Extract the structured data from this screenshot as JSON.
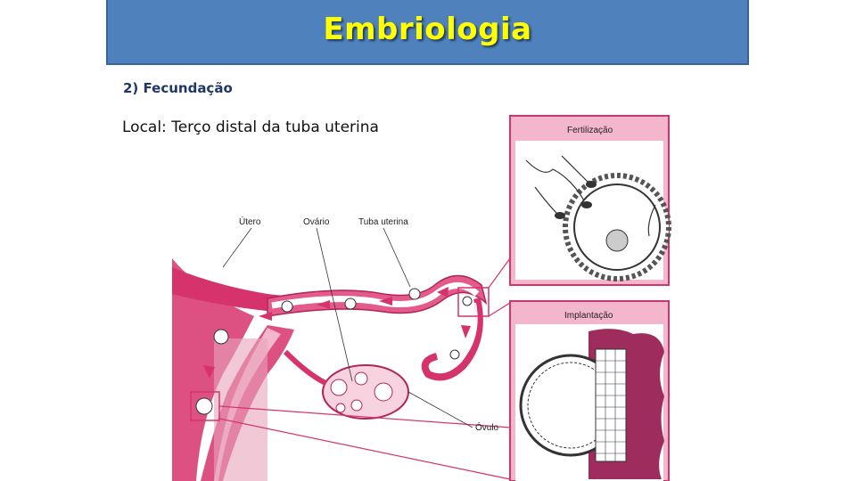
{
  "slide": {
    "title": "Embriologia",
    "subtitle": "2) Fecundação",
    "local_text": "Local: Terço distal da tuba uterina"
  },
  "figure": {
    "label_utero": "Útero",
    "label_ovario": "Ovário",
    "label_tuba": "Tuba uterina",
    "label_ovulo": "Óvulo",
    "inset_fertilizacao": "Fertilização",
    "inset_implantacao": "Implantação"
  },
  "colors": {
    "title_bg": "#4f81bd",
    "title_text": "#ffff00",
    "pink": "#d6336c",
    "light_pink": "#f4b6cc"
  }
}
